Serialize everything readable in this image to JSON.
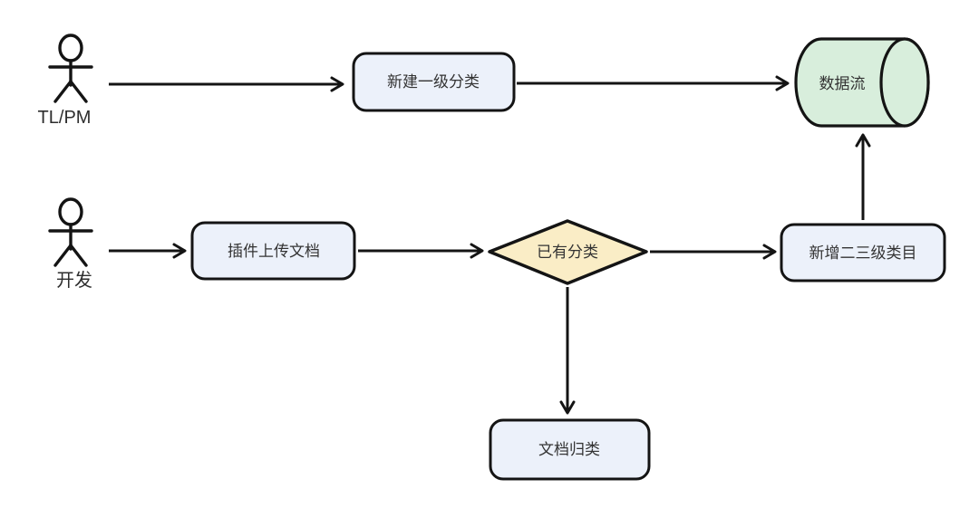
{
  "diagram": {
    "type": "flowchart",
    "background": "#ffffff",
    "colors": {
      "node_fill": "#ecf1fa",
      "decision_fill": "#faedc6",
      "datastore_fill": "#d8eedc",
      "stroke": "#141414",
      "text": "#333333"
    },
    "actors": {
      "tl_pm": {
        "label": "TL/PM",
        "icon": "person-stick-figure"
      },
      "dev": {
        "label": "开发",
        "icon": "person-stick-figure"
      }
    },
    "nodes": {
      "create_l1": {
        "type": "process",
        "label": "新建一级分类"
      },
      "plugin_upload": {
        "type": "process",
        "label": "插件上传文档"
      },
      "existing_category": {
        "type": "decision",
        "label": "已有分类"
      },
      "add_l2l3": {
        "type": "process",
        "label": "新增二三级类目"
      },
      "doc_classify": {
        "type": "process",
        "label": "文档归类"
      },
      "data_stream": {
        "type": "datastore-cylinder",
        "label": "数据流"
      }
    },
    "edges": [
      {
        "from": "tl_pm",
        "to": "create_l1",
        "style": "arrow"
      },
      {
        "from": "create_l1",
        "to": "data_stream",
        "style": "arrow"
      },
      {
        "from": "dev",
        "to": "plugin_upload",
        "style": "arrow"
      },
      {
        "from": "plugin_upload",
        "to": "existing_category",
        "style": "arrow"
      },
      {
        "from": "existing_category",
        "to": "add_l2l3",
        "style": "arrow"
      },
      {
        "from": "add_l2l3",
        "to": "data_stream",
        "style": "arrow"
      },
      {
        "from": "existing_category",
        "to": "doc_classify",
        "style": "arrow"
      }
    ]
  }
}
